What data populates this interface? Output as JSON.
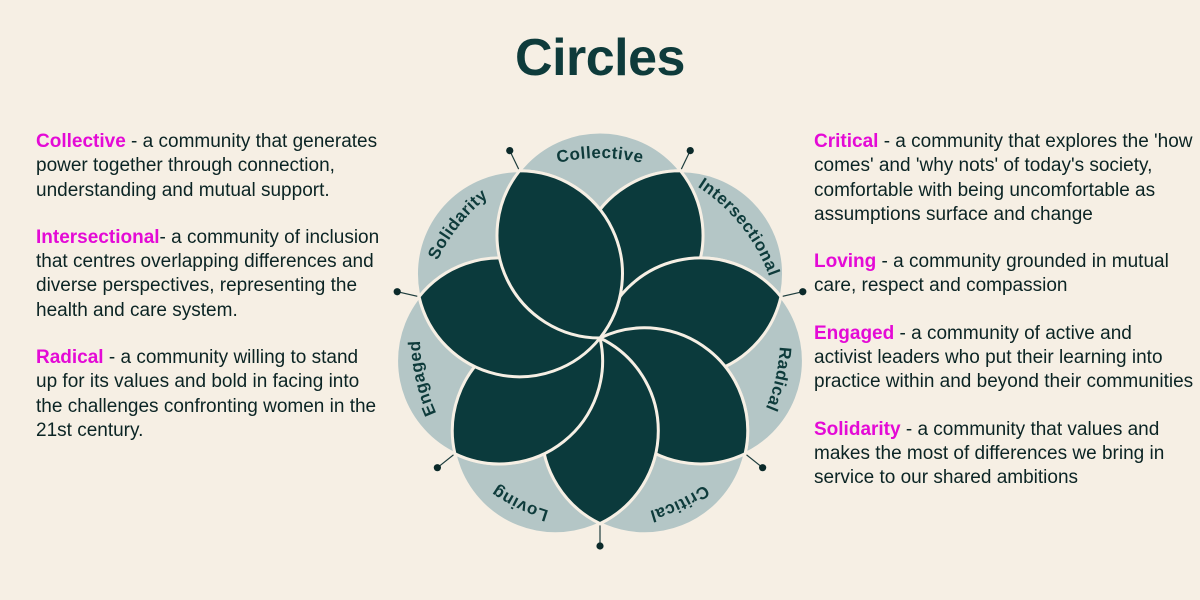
{
  "title": "Circles",
  "colors": {
    "accent": "#e40ad6",
    "dark": "#0b3a3c",
    "mid": "#6a8888",
    "light": "#b4c6c6",
    "background": "#f6efe4"
  },
  "diagram_labels": [
    "Collective",
    "Intersectional",
    "Radical",
    "Critical",
    "Loving",
    "Engaged",
    "Solidarity"
  ],
  "left_entries": [
    {
      "term": "Collective",
      "text": " - a community that generates power together through connection, understanding and mutual support."
    },
    {
      "term": "Intersectional",
      "text": "- a community of inclusion that centres overlapping differences and diverse perspectives, representing the health and care system."
    },
    {
      "term": "Radical",
      "text": " - a community willing to stand up for its values and bold in facing into the challenges confronting women in the 21st century."
    }
  ],
  "right_entries": [
    {
      "term": "Critical",
      "text": " - a community that explores the 'how comes' and 'why nots' of today's society, comfortable with being uncomfortable as assumptions surface and change"
    },
    {
      "term": "Loving",
      "text": " - a community grounded in mutual care, respect and compassion"
    },
    {
      "term": "Engaged",
      "text": " - a community of active and activist leaders who put their learning into practice within and beyond their communities"
    },
    {
      "term": "Solidarity",
      "text": " - a community that values and makes the most of differences we bring in service to our shared ambitions"
    }
  ]
}
